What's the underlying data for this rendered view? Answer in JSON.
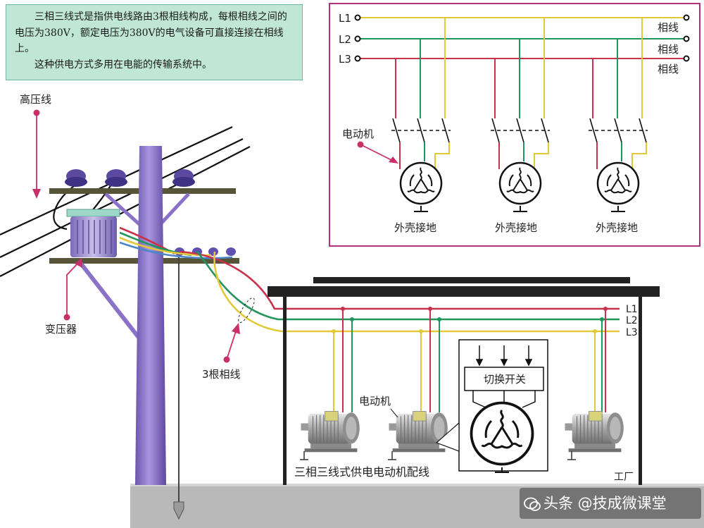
{
  "intro": {
    "line1": "三相三线式是指供电线路由3根相线构成，每根相线之间的电压为380V，额定电压为380V的电气设备可直接连接在相线上。",
    "line2": "这种供电方式多用在电能的传输系统中。"
  },
  "labels": {
    "high_voltage_line": "高压线",
    "transformer": "变压器",
    "three_phase_lines": "3根相线",
    "motor": "电动机",
    "factory_caption": "三相三线式供电电动机配线",
    "switch": "切换开关",
    "factory": "工厂"
  },
  "schematic": {
    "lines": [
      "L1",
      "L2",
      "L3"
    ],
    "phase_label": "相线",
    "motor_label": "电动机",
    "ground_label": "外壳接地"
  },
  "factory_lines": [
    "L1",
    "L2",
    "L3"
  ],
  "watermark": "头条 @技成微课堂",
  "colors": {
    "L1": "#c8324a",
    "L2": "#22955c",
    "L3": "#e2c93a",
    "pole": "#8b72c8",
    "frame": "#b0307c",
    "label_dot": "#c8306a"
  }
}
